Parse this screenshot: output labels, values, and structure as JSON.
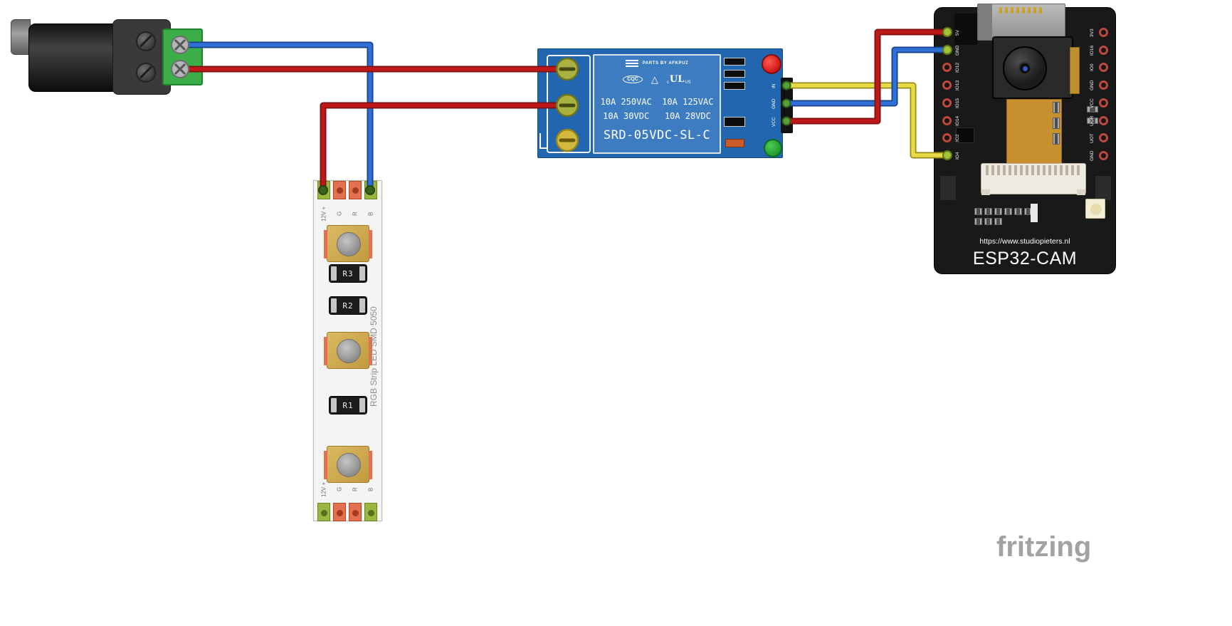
{
  "watermark": "fritzing",
  "colors": {
    "wire_red": "#c01818",
    "wire_blue": "#2f6fd6",
    "wire_yellow": "#e8da45",
    "relay_pcb_blue": "#2166ae",
    "relay_body_blue": "#3d7cc0",
    "jack_terminal_green": "#3cae47",
    "led_strip_white": "#f4f4f2",
    "esp_board_black": "#191919",
    "relay_led_red": "#d01818",
    "relay_led_green": "#1f9a30"
  },
  "relay": {
    "brand": "PARTS BY AFKPUZ",
    "cert_cqc": "CQC",
    "cert_triangle": "△",
    "cert_ul_c": "c",
    "cert_ul": "UL",
    "cert_ul_us": "US",
    "rating_line1": "10A 250VAC  10A 125VAC",
    "rating_line2": "10A 30VDC   10A 28VDC",
    "model": "SRD-05VDC-SL-C",
    "pin_labels": [
      "IN",
      "GND",
      "VCC"
    ]
  },
  "led_strip": {
    "side_label": "RGB Strip LED SMD 5050",
    "pad_labels": [
      "12V +",
      "G",
      "R",
      "B"
    ],
    "resistor_labels": [
      "R3",
      "R2",
      "R1"
    ]
  },
  "esp32": {
    "url_label": "https://www.studiopieters.nl",
    "board_label": "ESP32-CAM",
    "left_pin_labels": [
      "5V",
      "GND",
      "IO12",
      "IO13",
      "IO15",
      "IO14",
      "IO2",
      "IO4"
    ],
    "right_pin_labels": [
      "3V3",
      "IO16",
      "IO0",
      "GND",
      "VCC",
      "UOR",
      "UOT",
      "GND"
    ]
  },
  "wires": [
    {
      "color": "blue",
      "from": "dc-jack-terminal-top",
      "to": "led-strip-pad-B"
    },
    {
      "color": "red",
      "from": "dc-jack-terminal-bottom",
      "to": "relay-screw-terminal-1"
    },
    {
      "color": "red",
      "from": "relay-screw-terminal-2",
      "to": "led-strip-pad-12V"
    },
    {
      "color": "yellow",
      "from": "relay-pin-IN",
      "to": "esp32-pin-IO4"
    },
    {
      "color": "blue",
      "from": "relay-pin-GND",
      "to": "esp32-pin-GND"
    },
    {
      "color": "red",
      "from": "relay-pin-VCC",
      "to": "esp32-pin-5V"
    }
  ]
}
